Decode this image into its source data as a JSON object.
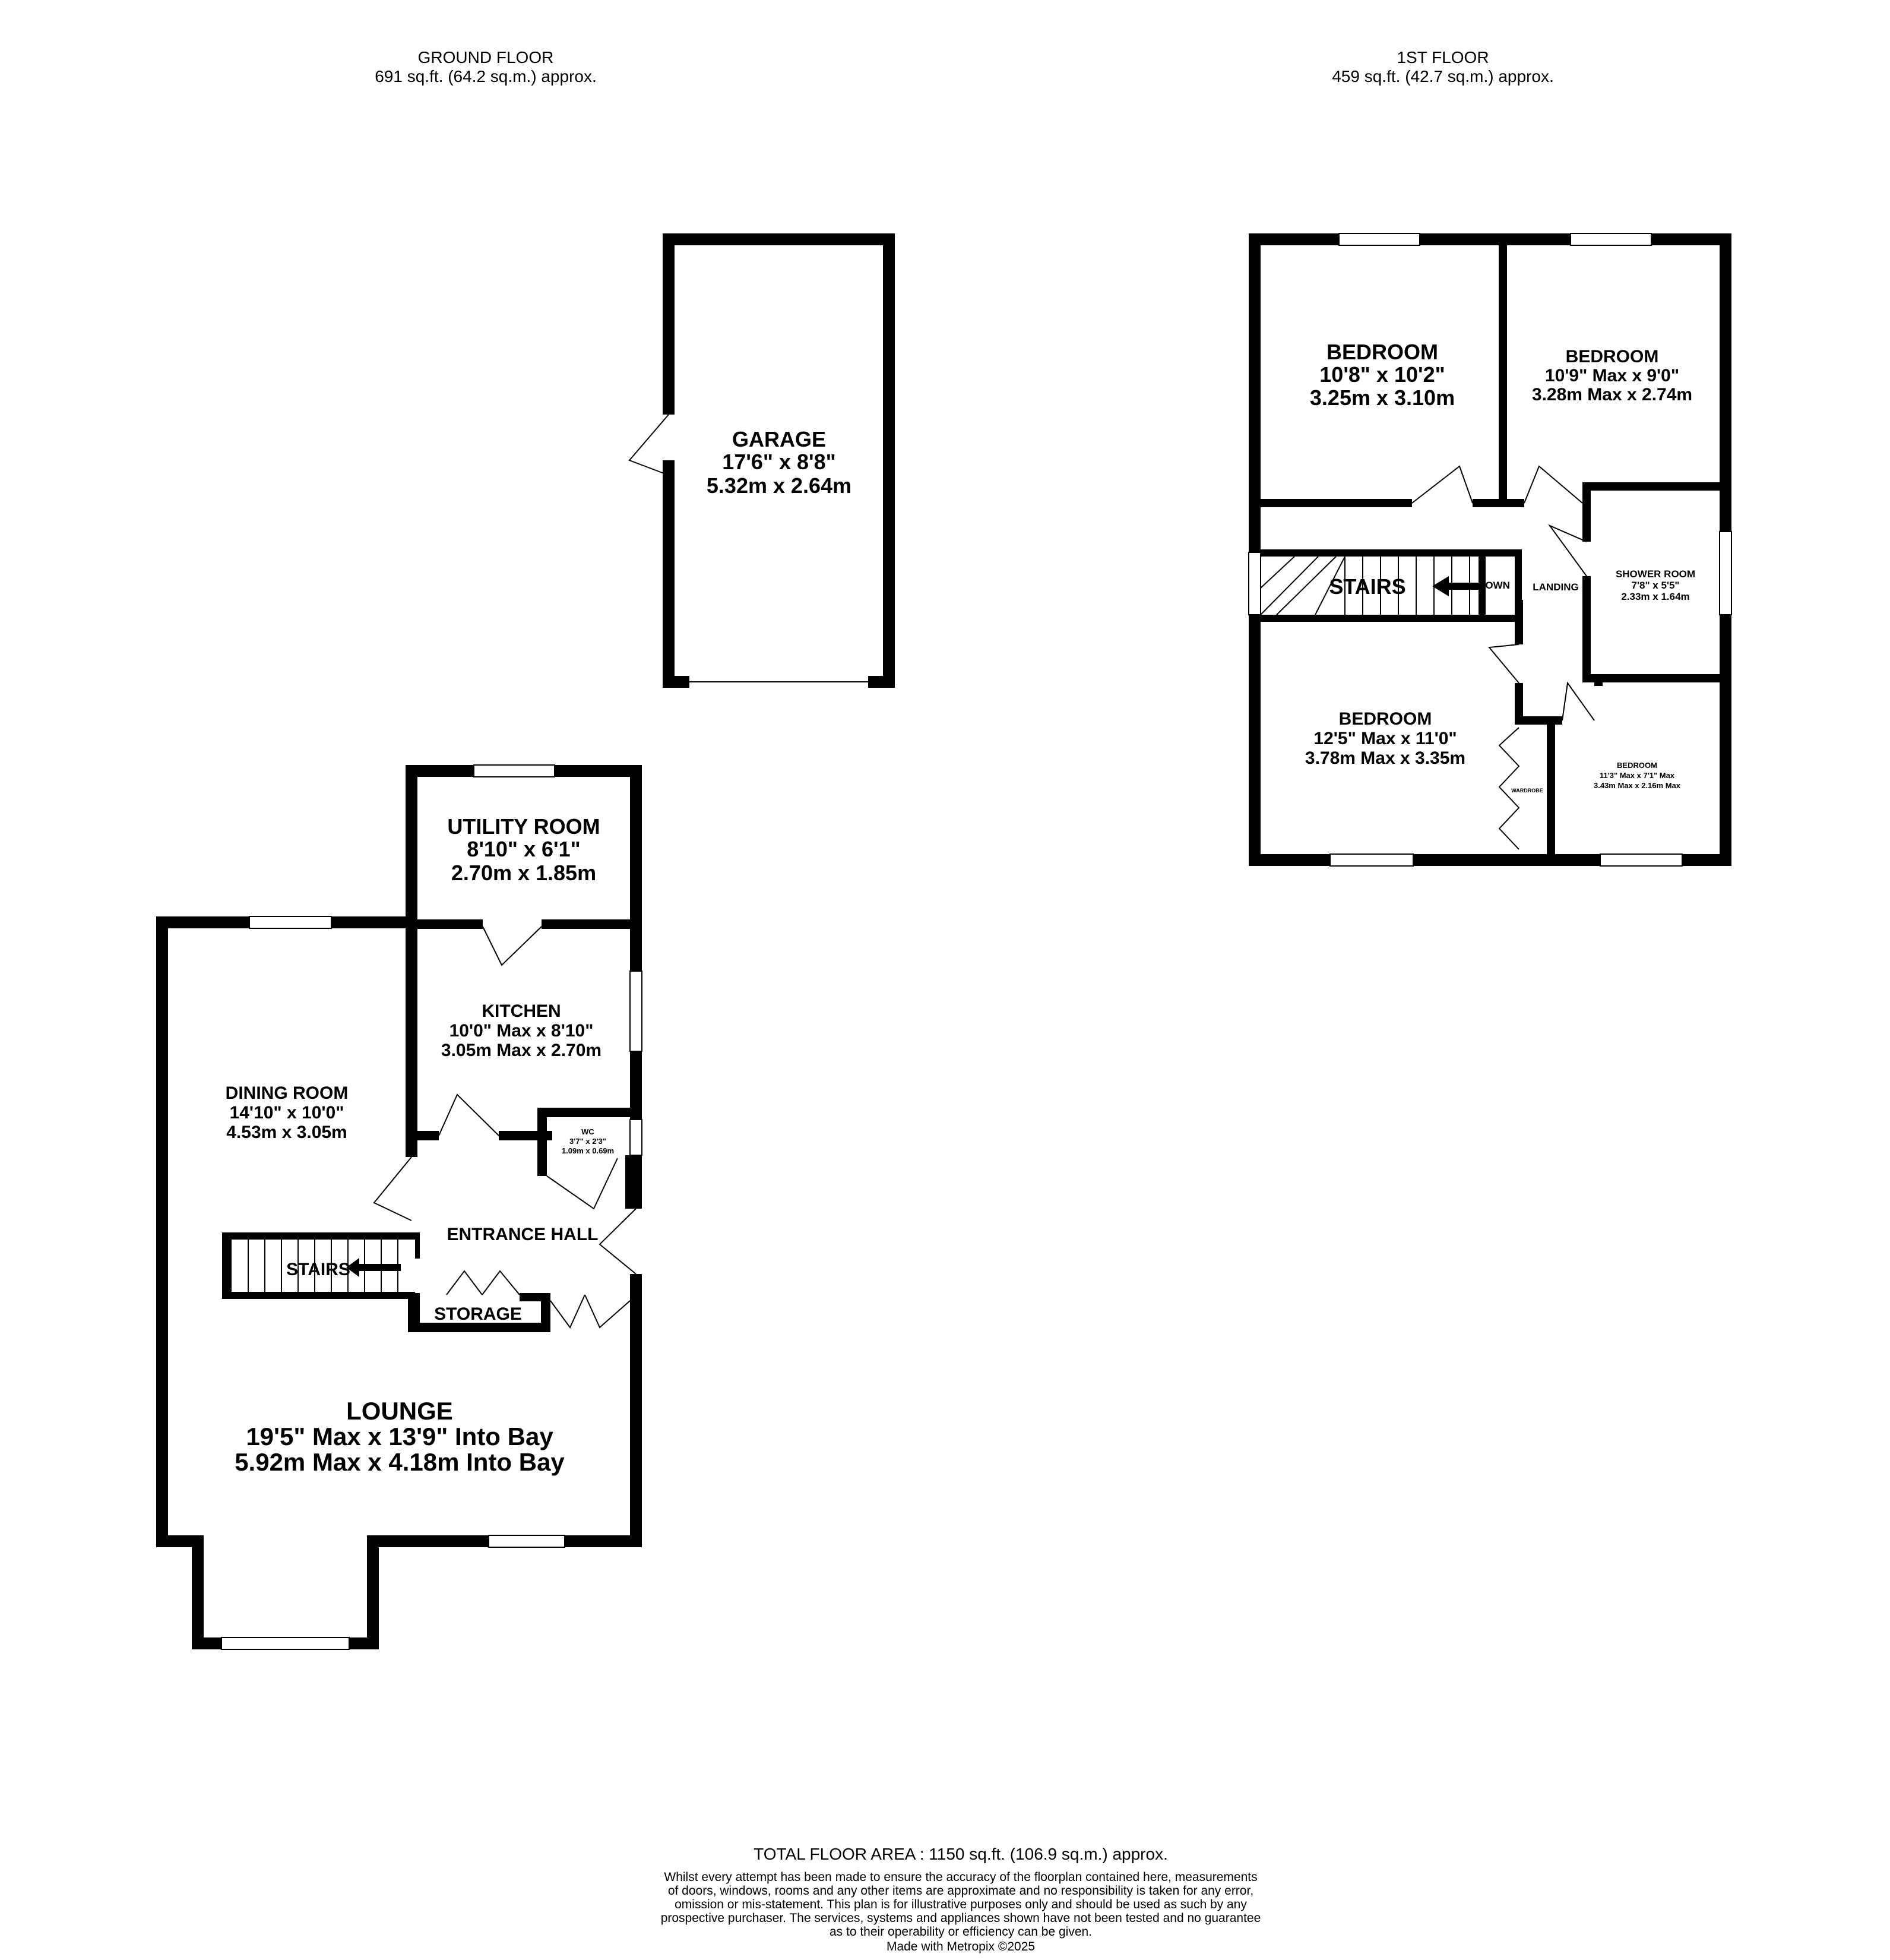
{
  "ground_floor": {
    "title": "GROUND FLOOR",
    "area": "691 sq.ft. (64.2 sq.m.) approx.",
    "rooms": {
      "garage": {
        "name": "GARAGE",
        "imperial": "17'6\"  x 8'8\"",
        "metric": "5.32m  x 2.64m"
      },
      "utility": {
        "name": "UTILITY ROOM",
        "imperial": "8'10\"  x 6'1\"",
        "metric": "2.70m  x 1.85m"
      },
      "kitchen": {
        "name": "KITCHEN",
        "imperial": "10'0\" Max  x 8'10\"",
        "metric": "3.05m Max  x 2.70m"
      },
      "dining": {
        "name": "DINING ROOM",
        "imperial": "14'10\"  x 10'0\"",
        "metric": "4.53m  x 3.05m"
      },
      "wc": {
        "name": "WC",
        "imperial": "3'7\"  x 2'3\"",
        "metric": "1.09m  x 0.69m"
      },
      "hall": {
        "name": "ENTRANCE HALL"
      },
      "stairs": {
        "name": "STAIRS"
      },
      "storage": {
        "name": "STORAGE"
      },
      "lounge": {
        "name": "LOUNGE",
        "imperial": "19'5\" Max  x 13'9\" Into Bay",
        "metric": "5.92m Max  x 4.18m Into Bay"
      }
    }
  },
  "first_floor": {
    "title": "1ST FLOOR",
    "area": "459 sq.ft. (42.7 sq.m.) approx.",
    "rooms": {
      "bed1": {
        "name": "BEDROOM",
        "imperial": "10'8\"  x 10'2\"",
        "metric": "3.25m  x 3.10m"
      },
      "bed2": {
        "name": "BEDROOM",
        "imperial": "10'9\" Max  x 9'0\"",
        "metric": "3.28m Max  x 2.74m"
      },
      "shower": {
        "name": "SHOWER ROOM",
        "imperial": "7'8\"  x 5'5\"",
        "metric": "2.33m  x 1.64m"
      },
      "stairs": {
        "name": "STAIRS"
      },
      "landing": {
        "name": "LANDING"
      },
      "down": {
        "name": "DOWN"
      },
      "bed3": {
        "name": "BEDROOM",
        "imperial": "12'5\" Max  x 11'0\"",
        "metric": "3.78m Max  x 3.35m"
      },
      "wardrobe": {
        "name": "WARDROBE"
      },
      "bed4": {
        "name": "BEDROOM",
        "imperial": "11'3\" Max  x 7'1\" Max",
        "metric": "3.43m Max  x 2.16m Max"
      }
    }
  },
  "footer": {
    "total": "TOTAL FLOOR AREA : 1150 sq.ft. (106.9 sq.m.) approx.",
    "disclaimer": [
      "Whilst every attempt has been made to ensure the accuracy of the floorplan contained here, measurements",
      "of doors, windows, rooms and any other items are approximate and no responsibility is taken for any error,",
      "omission or mis-statement. This plan is for illustrative purposes only and should be used as such by any",
      "prospective purchaser. The services, systems and appliances shown have not been tested and no guarantee",
      "as to their operability or efficiency can be given."
    ],
    "made_with": "Made with Metropix ©2025"
  },
  "colors": {
    "wall": "#000000",
    "background": "#ffffff"
  }
}
